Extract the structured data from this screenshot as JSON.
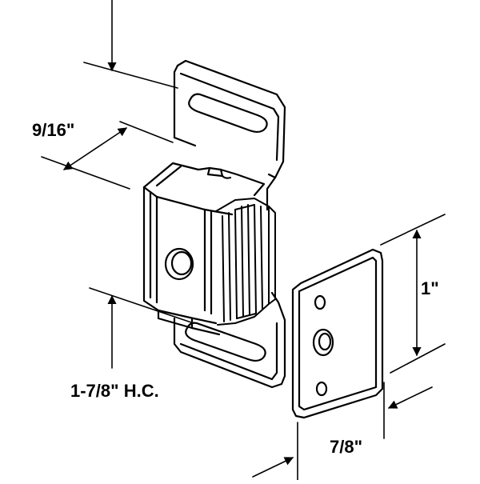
{
  "dimensions": {
    "slot_depth": "9/16\"",
    "hole_center": "1-7/8\" H.C.",
    "strike_height": "1\"",
    "strike_width": "7/8\""
  }
}
